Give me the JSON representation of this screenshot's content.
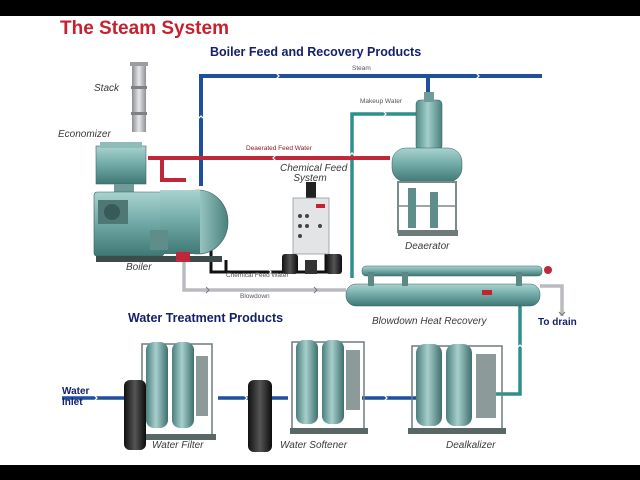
{
  "title": "The Steam System",
  "sections": {
    "boiler_feed": "Boiler Feed and Recovery Products",
    "water_treatment": "Water Treatment Products"
  },
  "components": {
    "stack": "Stack",
    "economizer": "Economizer",
    "boiler": "Boiler",
    "chemical_feed": [
      "Chemical Feed",
      "System"
    ],
    "deaerator": "Deaerator",
    "blowdown_heat_recovery": "Blowdown Heat Recovery",
    "water_filter": "Water Filter",
    "water_softener": "Water Softener",
    "dealkalizer": "Dealkalizer"
  },
  "line_labels": {
    "steam": "Steam",
    "makeup_water": "Makeup Water",
    "deaerated_feed_water": "Deaerated Feed Water",
    "chemical_feed_water": "Chemical Feed Water",
    "blowdown": "Blowdown"
  },
  "io_labels": {
    "to_drain": "To drain",
    "water_inlet": [
      "Water",
      "Inlet"
    ]
  },
  "colors": {
    "title": "#c8202e",
    "section": "#13216b",
    "steam_line": "#1f4f9e",
    "makeup_water_line": "#2f8f8a",
    "feed_water_line": "#c0283a",
    "chemical_line": "#111111",
    "blowdown_line": "#b9bcbf",
    "equipment": "#7fb3b0"
  }
}
